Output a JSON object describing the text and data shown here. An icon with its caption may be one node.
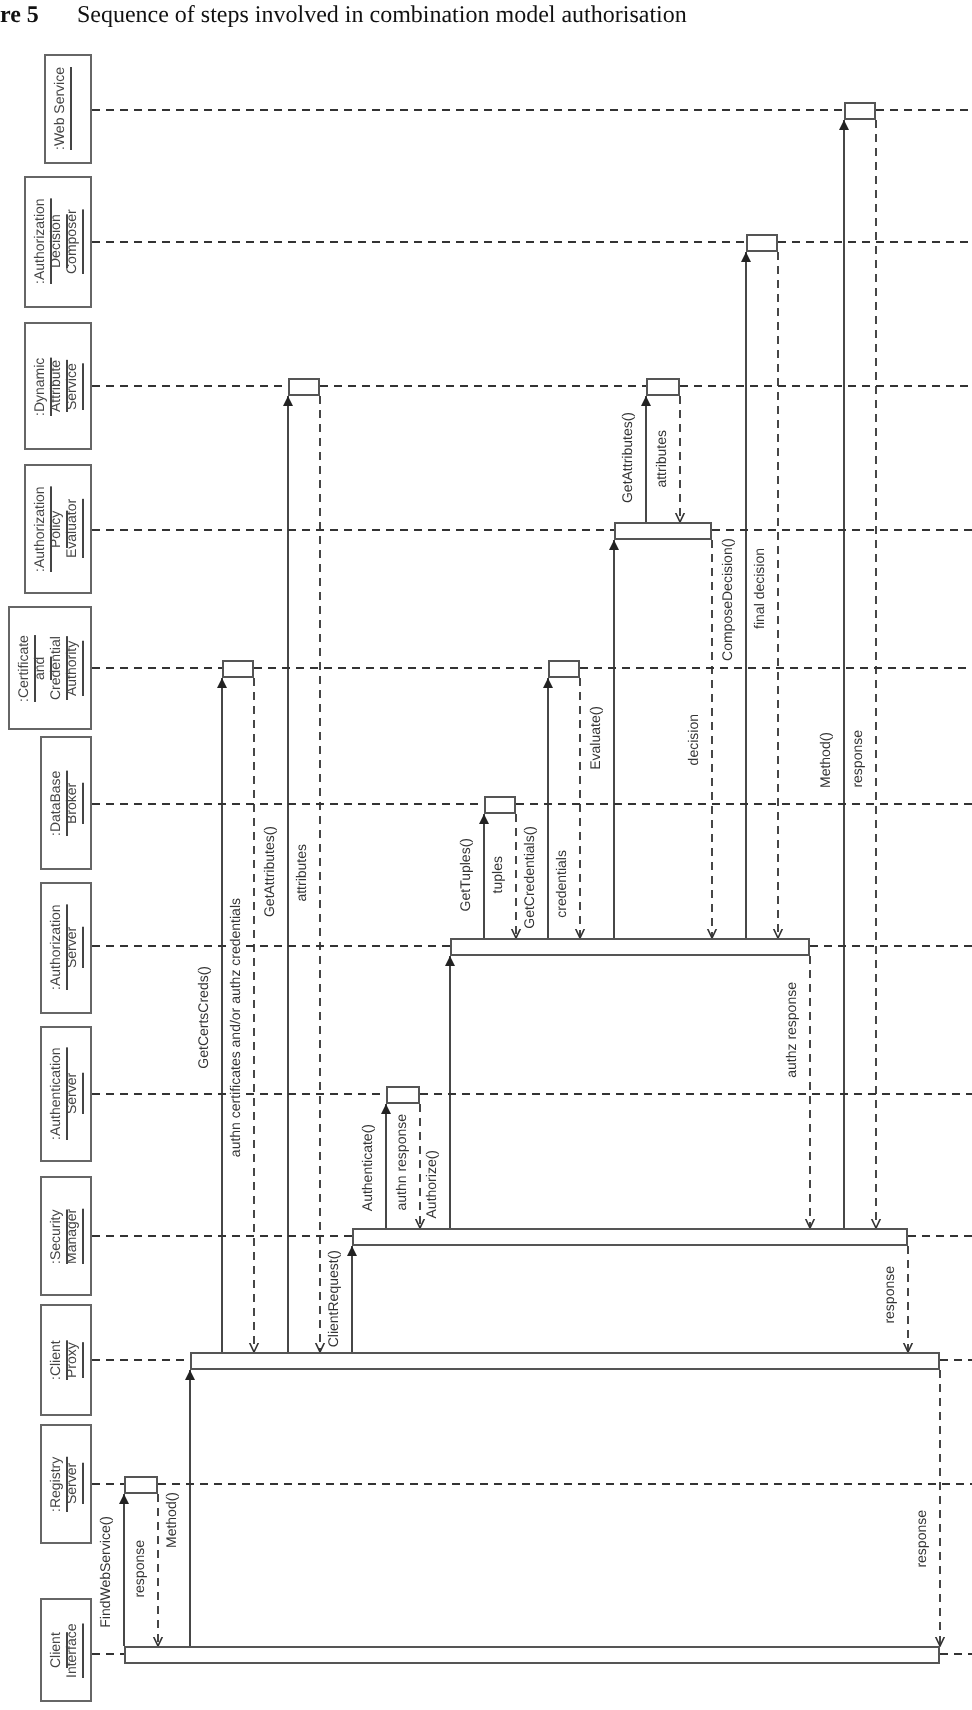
{
  "diagram": {
    "title": "**re 5** Sequence of steps involved in combination model authorisation",
    "nodes": [
      {
        "text": [
          "Client Interface"
        ]
      },
      {
        "text": [
          ":Registry Server"
        ]
      },
      {
        "text": [
          ":Client Proxy"
        ]
      },
      {
        "text": [
          ":Security Manager"
        ]
      },
      {
        "text": [
          ":Authentication Server"
        ]
      },
      {
        "text": [
          ":Authorization Server"
        ]
      },
      {
        "text": [
          ":DataBase Broker"
        ]
      },
      {
        "text": [
          ":Certificate and Credential Authority"
        ]
      },
      {
        "text": [
          ":Authorization Policy Evaluator"
        ]
      },
      {
        "text": [
          ":Dynamic Attribute Service"
        ]
      },
      {
        "text": [
          ":Authorization Decision Composer"
        ]
      },
      {
        "text": [
          ":Web Service"
        ]
      },
      {
        "text": [],
        "shape": "bar"
      },
      {
        "text": [],
        "shape": "bar"
      },
      {
        "text": [],
        "shape": "bar"
      },
      {
        "text": [],
        "shape": "bar"
      },
      {
        "text": [],
        "shape": "bar"
      },
      {
        "text": [],
        "shape": "bar"
      },
      {
        "text": [],
        "shape": "bar"
      },
      {
        "text": [],
        "shape": "bar"
      },
      {
        "text": [],
        "shape": "bar"
      },
      {
        "text": [],
        "shape": "bar"
      },
      {
        "text": [],
        "shape": "bar"
      },
      {
        "text": [],
        "shape": "bar"
      },
      {
        "text": [],
        "shape": "bar"
      },
      {
        "text": [],
        "shape": "bar"
      }
    ],
    "edges": [
      {
        "from": 12,
        "to": 13,
        "arrow": "to",
        "label": "FindWebService()"
      },
      {
        "from": 13,
        "to": 12,
        "arrow": "to",
        "label": "response",
        "style": "dashed"
      },
      {
        "from": 12,
        "to": 14,
        "arrow": "to",
        "label": "Method()"
      },
      {
        "from": 14,
        "to": 15,
        "arrow": "to",
        "label": "GetCertsCreds()"
      },
      {
        "from": 15,
        "to": 14,
        "arrow": "to",
        "label": "authn certificates and/or authz credentials",
        "style": "dashed"
      },
      {
        "from": 14,
        "to": 16,
        "arrow": "to",
        "label": "GetAttributes()"
      },
      {
        "from": 16,
        "to": 14,
        "arrow": "to",
        "label": "attributes",
        "style": "dashed"
      },
      {
        "from": 14,
        "to": 17,
        "arrow": "to",
        "label": "ClientRequest()"
      },
      {
        "from": 17,
        "to": 18,
        "arrow": "to",
        "label": "Authenticate()"
      },
      {
        "from": 18,
        "to": 17,
        "arrow": "to",
        "label": "authn response",
        "style": "dashed"
      },
      {
        "from": 17,
        "to": 19,
        "arrow": "to",
        "label": "Authorize()"
      },
      {
        "from": 19,
        "to": 20,
        "arrow": "to",
        "label": "GetTuples()"
      },
      {
        "from": 20,
        "to": 19,
        "arrow": "to",
        "label": "tuples",
        "style": "dashed"
      },
      {
        "from": 19,
        "to": 21,
        "arrow": "to",
        "label": "GetCredentials()"
      },
      {
        "from": 21,
        "to": 19,
        "arrow": "to",
        "label": "credentials",
        "style": "dashed"
      },
      {
        "from": 19,
        "to": 22,
        "arrow": "to",
        "label": "Evaluate()"
      },
      {
        "from": 22,
        "to": 23,
        "arrow": "to",
        "label": "GetAttributes()"
      },
      {
        "from": 23,
        "to": 22,
        "arrow": "to",
        "label": "attributes",
        "style": "dashed"
      },
      {
        "from": 22,
        "to": 19,
        "arrow": "to",
        "label": "decision",
        "style": "dashed"
      },
      {
        "from": 19,
        "to": 24,
        "arrow": "to",
        "label": "ComposeDecision()"
      },
      {
        "from": 24,
        "to": 19,
        "arrow": "to",
        "label": "final decision",
        "style": "dashed"
      },
      {
        "from": 19,
        "to": 17,
        "arrow": "to",
        "label": "authz response",
        "style": "dashed"
      },
      {
        "from": 17,
        "to": 25,
        "arrow": "to",
        "label": "Method()"
      },
      {
        "from": 25,
        "to": 17,
        "arrow": "to",
        "label": "response",
        "style": "dashed"
      },
      {
        "from": 17,
        "to": 14,
        "arrow": "to",
        "label": "response",
        "style": "dashed"
      },
      {
        "from": 14,
        "to": 12,
        "arrow": "to",
        "label": "response",
        "style": "dashed"
      },
      {
        "from": 0,
        "to": 12,
        "arrow": "none",
        "style": "dashed"
      },
      {
        "from": 1,
        "to": 13,
        "arrow": "none",
        "style": "dashed"
      },
      {
        "from": 2,
        "to": 14,
        "arrow": "none",
        "style": "dashed"
      },
      {
        "from": 3,
        "to": 17,
        "arrow": "none",
        "style": "dashed"
      },
      {
        "from": 4,
        "to": 18,
        "arrow": "none",
        "style": "dashed"
      },
      {
        "from": 5,
        "to": 19,
        "arrow": "none",
        "style": "dashed"
      },
      {
        "from": 6,
        "to": 20,
        "arrow": "none",
        "style": "dashed"
      },
      {
        "from": 7,
        "to": 15,
        "arrow": "none",
        "style": "dashed"
      },
      {
        "from": 15,
        "to": 21,
        "arrow": "none",
        "style": "dashed"
      },
      {
        "from": 8,
        "to": 22,
        "arrow": "none",
        "style": "dashed"
      },
      {
        "from": 9,
        "to": 16,
        "arrow": "none",
        "style": "dashed"
      },
      {
        "from": 16,
        "to": 23,
        "arrow": "none",
        "style": "dashed"
      },
      {
        "from": 10,
        "to": 24,
        "arrow": "none",
        "style": "dashed"
      },
      {
        "from": 11,
        "to": 25,
        "arrow": "none",
        "style": "dashed"
      }
    ]
  }
}
